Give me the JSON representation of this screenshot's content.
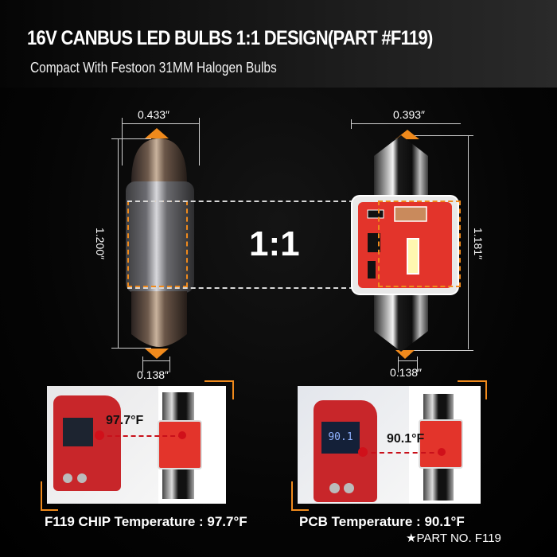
{
  "header": {
    "title": "16V CANBUS LED BULBS 1:1 DESIGN(PART #F119)",
    "subtitle": "Compact With Festoon 31MM Halogen Bulbs"
  },
  "comparison": {
    "ratio_label": "1:1",
    "halogen_bulb": {
      "width": "0.433″",
      "length": "1.200″",
      "tip_width": "0.138″"
    },
    "led_bulb": {
      "width": "0.393″",
      "length": "1.181″",
      "tip_width": "0.138″"
    }
  },
  "temperature_tests": [
    {
      "reading": "97.7°F",
      "caption": "F119 CHIP Temperature : 97.7°F"
    },
    {
      "reading": "90.1°F",
      "caption": "PCB Temperature : 90.1°F",
      "thermometer_display": "90.1"
    }
  ],
  "footer": {
    "part_no": "★PART NO. F119"
  },
  "colors": {
    "accent_orange": "#f08a1c",
    "pcb_red": "#e3342b",
    "thermometer_red": "#c8262a",
    "measure_dot": "#d0101a"
  }
}
